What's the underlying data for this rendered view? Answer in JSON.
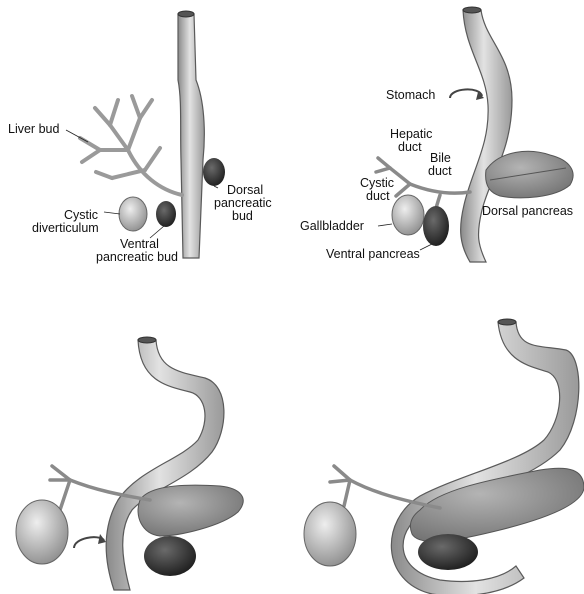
{
  "panel_a": {
    "labels": {
      "liver_bud": "Liver bud",
      "cystic_diverticulum_1": "Cystic",
      "cystic_diverticulum_2": "diverticulum",
      "ventral_bud_1": "Ventral",
      "ventral_bud_2": "pancreatic bud",
      "dorsal_bud_1": "Dorsal",
      "dorsal_bud_2": "pancreatic",
      "dorsal_bud_3": "bud"
    }
  },
  "panel_b": {
    "labels": {
      "stomach": "Stomach",
      "hepatic_duct_1": "Hepatic",
      "hepatic_duct_2": "duct",
      "bile_duct_1": "Bile",
      "bile_duct_2": "duct",
      "cystic_duct_1": "Cystic",
      "cystic_duct_2": "duct",
      "gallbladder": "Gallbladder",
      "ventral_pancreas": "Ventral pancreas",
      "dorsal_pancreas": "Dorsal pancreas"
    }
  },
  "colors": {
    "tube_fill": "#bdbdbd",
    "tube_stroke": "#5a5a5a",
    "pancreas_fill": "#8e8e8e",
    "dark_bud_fill": "#2e2e2e"
  }
}
